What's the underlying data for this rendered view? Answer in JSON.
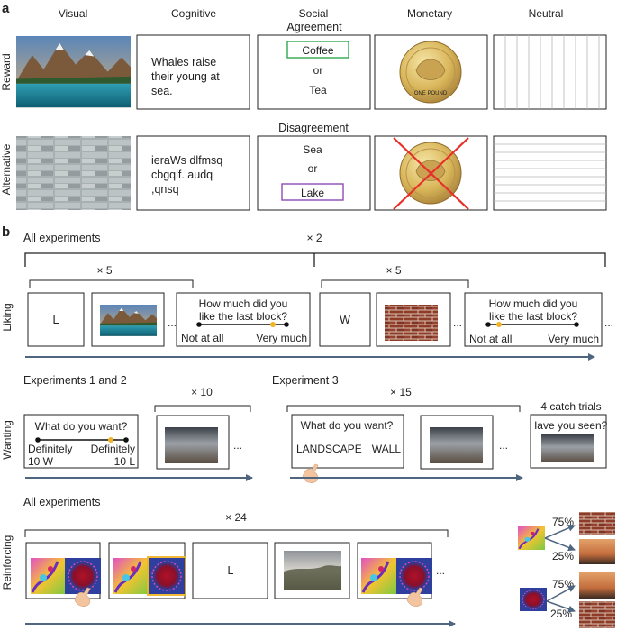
{
  "panel_a": {
    "label": "a",
    "columns": [
      "Visual",
      "Cognitive",
      "Social",
      "Monetary",
      "Neutral"
    ],
    "column_colors": [
      "#f0b323",
      "#f0b323",
      "#f0b323",
      "#1fa5c9",
      "#9a9a9a"
    ],
    "row_labels": [
      "Reward",
      "Alternative"
    ],
    "reward_sentence": [
      "Whales raise",
      "their young at",
      "sea."
    ],
    "scrambled_sentence": [
      "ieraWs dlfmsq",
      "cbgqlf. audq",
      ",qnsq"
    ],
    "agreement": {
      "title": "Agreement",
      "choice": "Coffee",
      "or": "or",
      "other": "Tea"
    },
    "disagreement": {
      "title": "Disagreement",
      "other": "Sea",
      "or": "or",
      "choice": "Lake"
    },
    "coin_text": "ONE POUND",
    "colors": {
      "agree_box": "#2fa84f",
      "disagree_box": "#8e4bb5",
      "cross": "#e8302a"
    }
  },
  "panel_b": {
    "label": "b",
    "all_experiments": "All experiments",
    "repeat_total": "× 2",
    "liking": {
      "row_label": "Liking",
      "repeat_left": "× 5",
      "repeat_right": "× 5",
      "cue_left": "L",
      "cue_right": "W",
      "dots": "...",
      "question": [
        "How much did you",
        "like the last block?"
      ],
      "scale_low": "Not at all",
      "scale_high": "Very much"
    },
    "wanting": {
      "row_label": "Wanting",
      "exp12": "Experiments 1 and 2",
      "exp3": "Experiment 3",
      "repeat_12": "× 10",
      "repeat_3": "× 15",
      "question": "What do you want?",
      "def_left": "Definitely",
      "def_right": "Definitely",
      "left_value": "10 W",
      "right_value": "10 L",
      "choice_left": "LANDSCAPE",
      "choice_right": "WALL",
      "dots": "...",
      "catch_label": "4 catch trials",
      "catch_question": "Have you seen?"
    },
    "reinforcing": {
      "row_label": "Reinforcing",
      "title": "All experiments",
      "repeat": "× 24",
      "cue": "L",
      "dots": "...",
      "prob_high_1": "75%",
      "prob_low_1": "25%",
      "prob_high_2": "75%",
      "prob_low_2": "25%"
    },
    "colors": {
      "arrow": "#4f6680",
      "slider_marker": "#f0b323"
    }
  }
}
